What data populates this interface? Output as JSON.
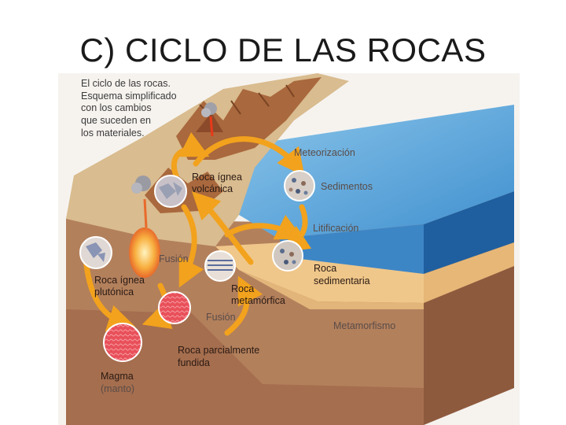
{
  "slide": {
    "title": "C) CICLO DE LAS ROCAS"
  },
  "caption": {
    "line1": "El ciclo de las rocas.",
    "line2": "Esquema simplificado",
    "line3": "con los cambios",
    "line4": "que suceden en",
    "line5": "los materiales."
  },
  "labels": {
    "meteorizacion": "Meteorización",
    "sedimentos": "Sedimentos",
    "litificacion": "Litificación",
    "roca_ignea_volcanica_1": "Roca ígnea",
    "roca_ignea_volcanica_2": "volcánica",
    "fusion_upper": "Fusión",
    "roca_ignea_plutonica_1": "Roca ígnea",
    "roca_ignea_plutonica_2": "plutónica",
    "roca_metamorfica_1": "Roca",
    "roca_metamorfica_2": "metamórfica",
    "roca_sedimentaria_1": "Roca",
    "roca_sedimentaria_2": "sedimentaria",
    "fusion_lower": "Fusión",
    "metamorfismo": "Metamorfismo",
    "roca_parcial_1": "Roca parcialmente",
    "roca_parcial_2": "fundida",
    "magma": "Magma",
    "manto": "(manto)"
  },
  "colors": {
    "sea": "#4f9fd6",
    "sea_side": "#2b6fae",
    "sediment": "#f2c98a",
    "crust": "#b07a5a",
    "mantle_crust": "#9c6b4c",
    "land": "#d8b98c",
    "mountain": "#a8683e",
    "arrow": "#f2a21c",
    "magma": "#e8505a"
  }
}
